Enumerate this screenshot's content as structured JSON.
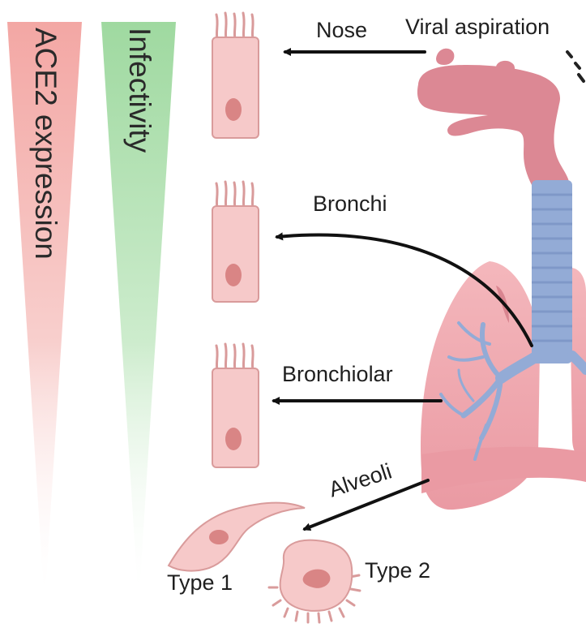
{
  "bars": {
    "ace2": {
      "label": "ACE2 expression",
      "color": "#f3a7a4"
    },
    "infectivity": {
      "label": "Infectivity",
      "color": "#9fd9a0"
    }
  },
  "labels": {
    "viral": "Viral aspiration",
    "nose": "Nose",
    "bronchi": "Bronchi",
    "bronchiolar": "Bronchiolar",
    "alveoli": "Alveoli",
    "type1": "Type 1",
    "type2": "Type 2"
  },
  "colors": {
    "cell_fill": "#f6c9c9",
    "cell_stroke": "#d99b9b",
    "nucleus": "#d98585",
    "head": "#dc8894",
    "lung": "#f0a7ad",
    "airway": "#93abd6"
  }
}
